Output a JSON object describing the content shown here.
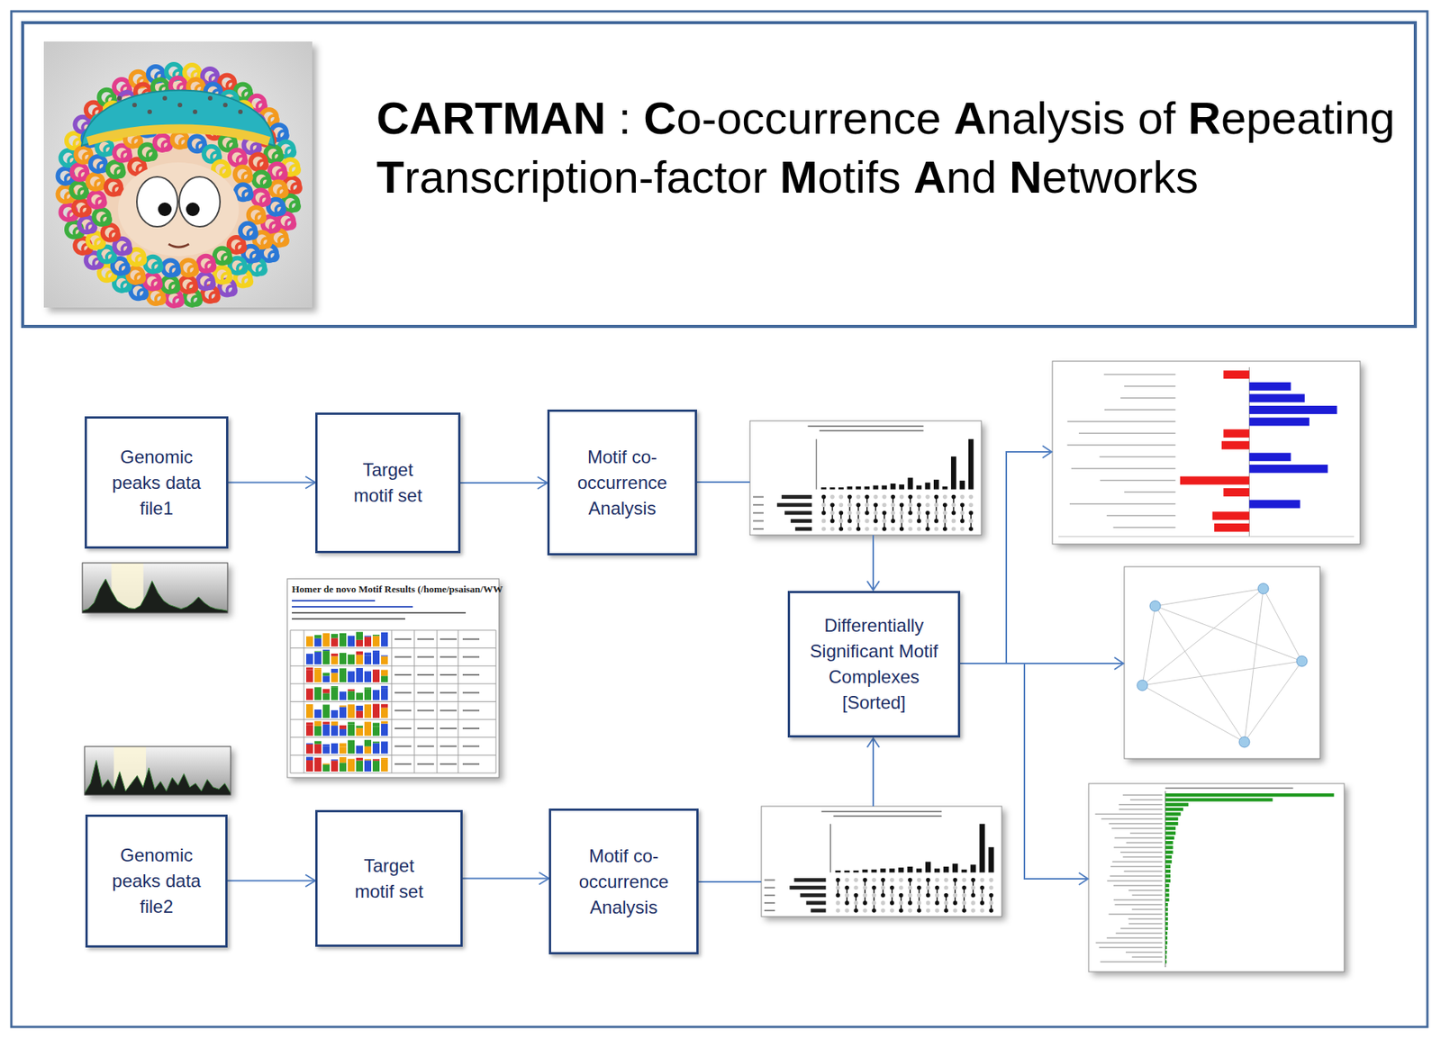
{
  "diagram": {
    "title": "CARTMAN : Co-occurrence Analysis of Repeating Transcription-factor Motifs And Networks",
    "nodes": [
      {
        "text": [
          "Genomic peaks data file1"
        ]
      },
      {
        "text": [
          "Target motif set"
        ]
      },
      {
        "text": [
          "Motif co-occurrence Analysis"
        ]
      },
      {
        "text": [
          "Differentially Significant Motif Complexes [Sorted]"
        ]
      },
      {
        "text": [
          "Genomic peaks data file2"
        ]
      },
      {
        "text": [
          "Target motif set"
        ]
      },
      {
        "text": [
          "Motif co-occurrence Analysis"
        ]
      }
    ],
    "edges": [
      {
        "from": 0,
        "to": 1,
        "arrow": "to"
      },
      {
        "from": 1,
        "to": 2,
        "arrow": "to"
      },
      {
        "from": 4,
        "to": 5,
        "arrow": "to"
      },
      {
        "from": 5,
        "to": 6,
        "arrow": "to"
      }
    ],
    "labels": [
      "Homer de novo Motif Results (/home/psaisan/WW"
    ]
  }
}
